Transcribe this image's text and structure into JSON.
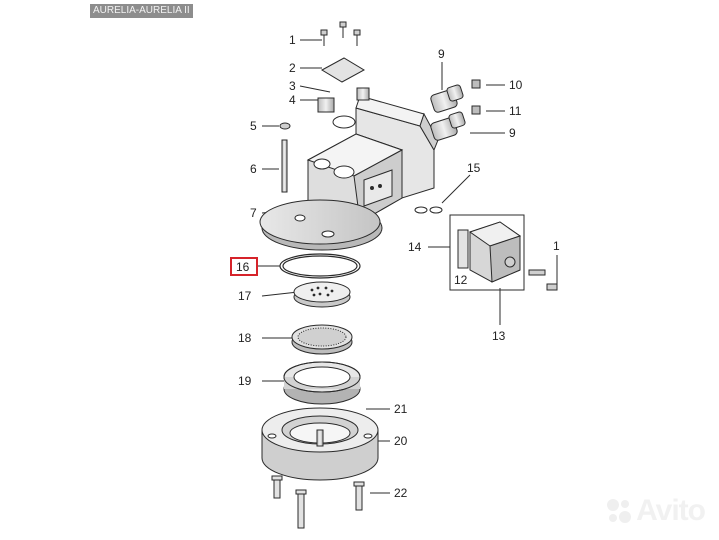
{
  "header": {
    "model_tag": "AURELIA-AURELIA II"
  },
  "diagram": {
    "highlighted_part": "16",
    "callouts": [
      {
        "id": "c1a",
        "label": "1"
      },
      {
        "id": "c2",
        "label": "2"
      },
      {
        "id": "c3",
        "label": "3"
      },
      {
        "id": "c4",
        "label": "4"
      },
      {
        "id": "c5",
        "label": "5"
      },
      {
        "id": "c6",
        "label": "6"
      },
      {
        "id": "c7",
        "label": "7"
      },
      {
        "id": "c9a",
        "label": "9"
      },
      {
        "id": "c10",
        "label": "10"
      },
      {
        "id": "c11",
        "label": "11"
      },
      {
        "id": "c9b",
        "label": "9"
      },
      {
        "id": "c15",
        "label": "15"
      },
      {
        "id": "c14",
        "label": "14"
      },
      {
        "id": "c12",
        "label": "12"
      },
      {
        "id": "c13",
        "label": "13"
      },
      {
        "id": "c1b",
        "label": "1"
      },
      {
        "id": "c16",
        "label": "16"
      },
      {
        "id": "c17",
        "label": "17"
      },
      {
        "id": "c18",
        "label": "18"
      },
      {
        "id": "c19",
        "label": "19"
      },
      {
        "id": "c21",
        "label": "21"
      },
      {
        "id": "c20",
        "label": "20"
      },
      {
        "id": "c22",
        "label": "22"
      }
    ]
  },
  "watermark": {
    "text": "Avito",
    "icon": "avito-dots-icon"
  },
  "colors": {
    "line": "#2b2b2b",
    "highlight": "#d6232a",
    "shade": "#d4d4d4",
    "fill": "#ececec"
  }
}
